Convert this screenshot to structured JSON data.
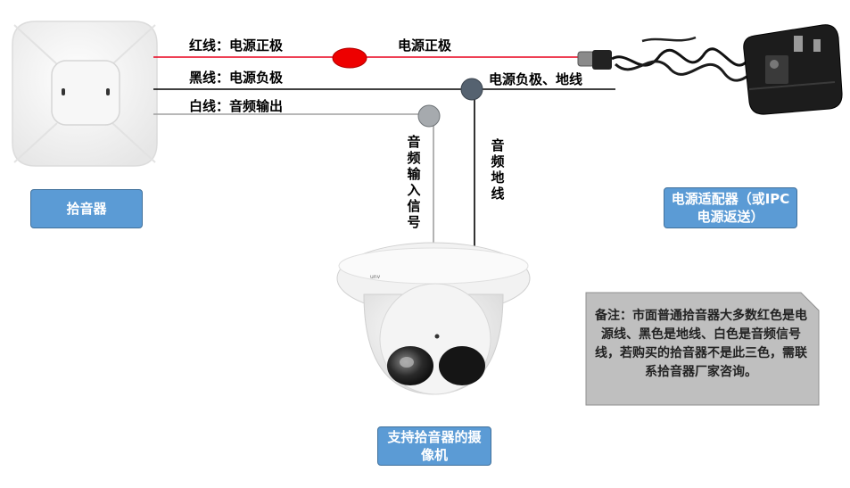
{
  "pickup_label": "拾音器",
  "camera_label": "支持拾音器的摄像机",
  "adapter_label": "电源适配器（或IPC电源返送）",
  "wires": {
    "red_label": "红线：电源正极",
    "black_label": "黑线：电源负极",
    "white_label": "白线：音频输出",
    "power_positive_label": "电源正极",
    "power_negative_ground_label": "电源负极、地线",
    "audio_input_label": "音频输入信号",
    "audio_ground_label": "音频地线"
  },
  "note": "备注：市面普通拾音器大多数红色是电源线、黑色是地线、白色是音频信号线，若购买的拾音器不是此三色，需联系拾音器厂家咨询。",
  "colors": {
    "red_wire": "#e8001c",
    "black_wire": "#000000",
    "white_wire": "#a0a0a0",
    "badge_blue": "#5b9bd5",
    "note_gray": "#bfbfbf"
  }
}
